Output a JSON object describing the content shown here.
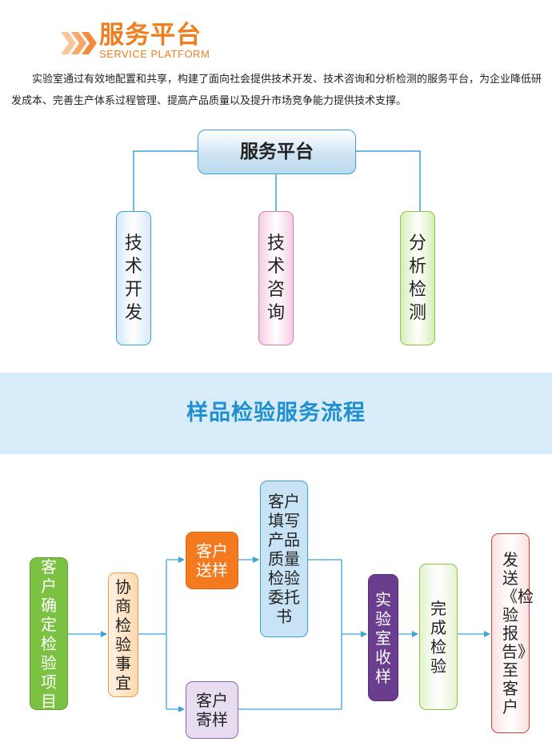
{
  "header": {
    "title": "服务平台",
    "subtitle": "SERVICE PLATFORM",
    "intro": "实验室通过有效地配置和共享，构建了面向社会提供技术开发、技术咨询和分析检测的服务平台，为企业降低研发成本、完善生产体系过程管理、提高产品质量以及提升市场竞争能力提供技术支撑。",
    "accent_color": "#f07d1e"
  },
  "platform": {
    "root": "服务平台",
    "branches": [
      "技术开发",
      "技术咨询",
      "分析检测"
    ]
  },
  "process": {
    "title": "样品检验服务流程",
    "steps": {
      "define_items": "客户确定检验项目",
      "negotiate": "协商检验事宜",
      "deliver_sample": "客户送样",
      "mail_sample": "客户寄样",
      "fill_form": "客户填写产品质量检验委托书",
      "lab_receive": "实验室收样",
      "complete_test": "完成检验",
      "send_report": "发送《检验报告》至客户"
    }
  },
  "colors": {
    "line_blue": "#3ba3db",
    "band": "#d7ecf8",
    "band_title": "#1f8fd0"
  }
}
